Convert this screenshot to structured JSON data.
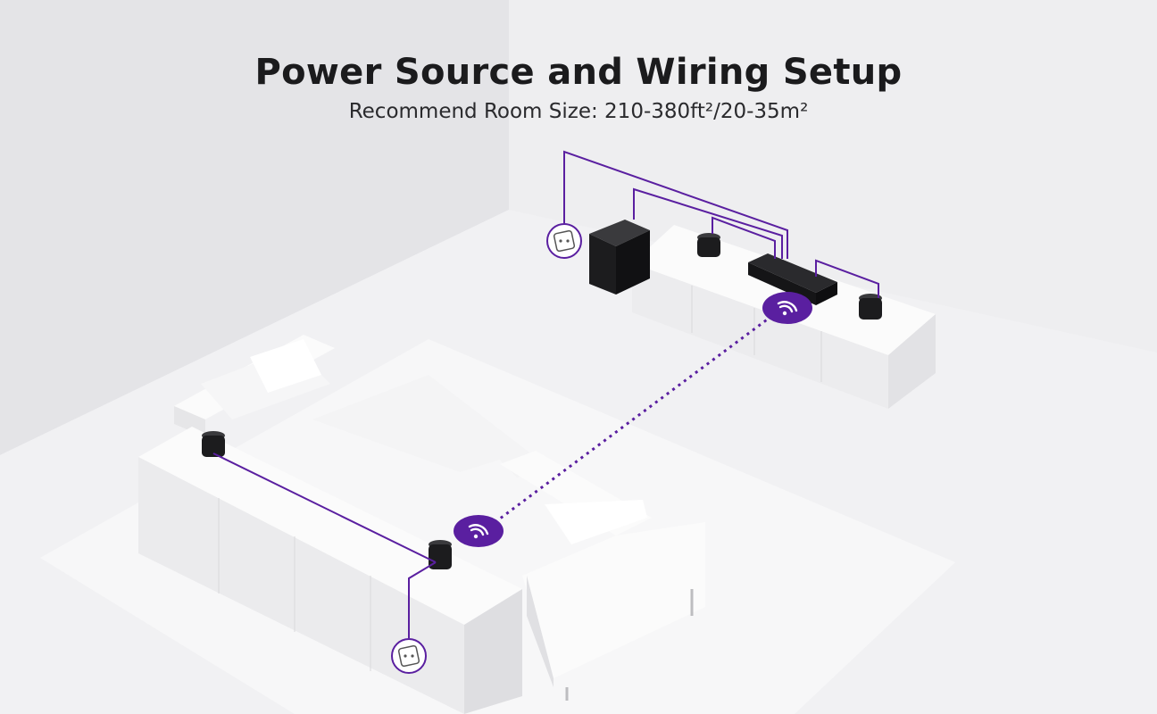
{
  "header": {
    "title": "Power Source and Wiring Setup",
    "subtitle": "Recommend Room Size: 210-380ft²/20-35m²"
  },
  "colors": {
    "wire": "#5a1fa0",
    "badge": "#5a1fa0",
    "speaker": "#1c1c1e",
    "furniture": "#fafafa",
    "wall": "#e6e6e9",
    "floor": "#f1f1f3"
  },
  "devices": {
    "subwoofer": "subwoofer",
    "soundbar": "soundbar",
    "front_speakers": [
      "front-left-speaker",
      "front-right-speaker"
    ],
    "rear_speakers": [
      "rear-left-speaker",
      "rear-right-speaker"
    ],
    "outlets": [
      "wall-outlet-front",
      "wall-outlet-rear"
    ],
    "wireless_links": [
      "wireless-icon-front",
      "wireless-icon-rear"
    ]
  }
}
